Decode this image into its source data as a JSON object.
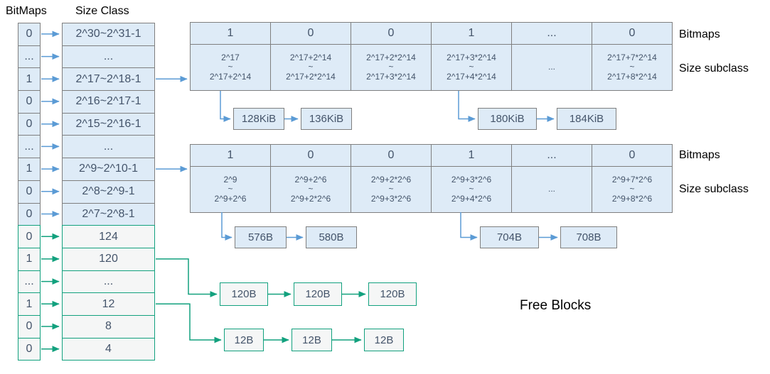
{
  "header": {
    "bitmaps": "BitMaps",
    "size_class": "Size Class"
  },
  "left_panel": {
    "rows": [
      {
        "bit": "0",
        "size": "2^30~2^31-1"
      },
      {
        "bit": "...",
        "size": "..."
      },
      {
        "bit": "1",
        "size": "2^17~2^18-1"
      },
      {
        "bit": "0",
        "size": "2^16~2^17-1"
      },
      {
        "bit": "0",
        "size": "2^15~2^16-1"
      },
      {
        "bit": "...",
        "size": "..."
      },
      {
        "bit": "1",
        "size": "2^9~2^10-1"
      },
      {
        "bit": "0",
        "size": "2^8~2^9-1"
      },
      {
        "bit": "0",
        "size": "2^7~2^8-1"
      },
      {
        "bit": "0",
        "size": "124"
      },
      {
        "bit": "1",
        "size": "120"
      },
      {
        "bit": "...",
        "size": "..."
      },
      {
        "bit": "1",
        "size": "12"
      },
      {
        "bit": "0",
        "size": "8"
      },
      {
        "bit": "0",
        "size": "4"
      }
    ]
  },
  "subclass_tables": [
    {
      "bitmaps_label": "Bitmaps",
      "size_subclass_label": "Size subclass",
      "cols": [
        {
          "bit": "1",
          "top": "2^17",
          "mid": "~",
          "bottom": "2^17+2^14"
        },
        {
          "bit": "0",
          "top": "2^17+2^14",
          "mid": "~",
          "bottom": "2^17+2*2^14"
        },
        {
          "bit": "0",
          "top": "2^17+2*2^14",
          "mid": "~",
          "bottom": "2^17+3*2^14"
        },
        {
          "bit": "1",
          "top": "2^17+3*2^14",
          "mid": "~",
          "bottom": "2^17+4*2^14"
        },
        {
          "bit": "...",
          "top": "",
          "mid": "...",
          "bottom": ""
        },
        {
          "bit": "0",
          "top": "2^17+7*2^14",
          "mid": "~",
          "bottom": "2^17+8*2^14"
        }
      ],
      "chains": [
        [
          "128KiB",
          "136KiB"
        ],
        [
          "180KiB",
          "184KiB"
        ]
      ]
    },
    {
      "bitmaps_label": "Bitmaps",
      "size_subclass_label": "Size subclass",
      "cols": [
        {
          "bit": "1",
          "top": "2^9",
          "mid": "~",
          "bottom": "2^9+2^6"
        },
        {
          "bit": "0",
          "top": "2^9+2^6",
          "mid": "~",
          "bottom": "2^9+2*2^6"
        },
        {
          "bit": "0",
          "top": "2^9+2*2^6",
          "mid": "~",
          "bottom": "2^9+3*2^6"
        },
        {
          "bit": "1",
          "top": "2^9+3*2^6",
          "mid": "~",
          "bottom": "2^9+4*2^6"
        },
        {
          "bit": "...",
          "top": "",
          "mid": "...",
          "bottom": ""
        },
        {
          "bit": "0",
          "top": "2^9+7*2^6",
          "mid": "~",
          "bottom": "2^9+8*2^6"
        }
      ],
      "chains": [
        [
          "576B",
          "580B"
        ],
        [
          "704B",
          "708B"
        ]
      ]
    }
  ],
  "free_blocks": {
    "label": "Free Blocks",
    "chain_120": [
      "120B",
      "120B",
      "120B"
    ],
    "chain_12": [
      "12B",
      "12B",
      "12B"
    ]
  },
  "colors": {
    "accent_blue": "#5B9BD5",
    "accent_green": "#12A17E",
    "cell_fill_blue": "#DEEBF7",
    "cell_fill_gray": "#F5F6F6",
    "border_gray": "#7F7F7F",
    "text_dark": "#44546A"
  }
}
